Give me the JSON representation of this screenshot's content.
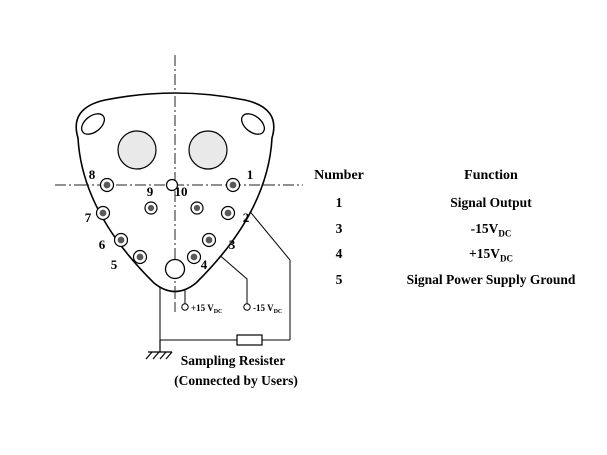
{
  "figure": {
    "pin_labels": [
      "1",
      "2",
      "3",
      "4",
      "5",
      "6",
      "7",
      "8",
      "9",
      "10"
    ],
    "terminals": {
      "plus": {
        "label": "+15 V",
        "sub": "DC"
      },
      "minus": {
        "label": "-15 V",
        "sub": "DC"
      }
    },
    "caption": {
      "line1": "Sampling Resister",
      "line2": "(Connected by Users)"
    }
  },
  "table": {
    "header": {
      "number": "Number",
      "function": "Function"
    },
    "rows": [
      {
        "number": "1",
        "function": "Signal Output",
        "sub": ""
      },
      {
        "number": "3",
        "function": "-15V",
        "sub": "DC"
      },
      {
        "number": "4",
        "function": "+15V",
        "sub": "DC"
      },
      {
        "number": "5",
        "function": "Signal Power Supply Ground",
        "sub": ""
      }
    ]
  }
}
